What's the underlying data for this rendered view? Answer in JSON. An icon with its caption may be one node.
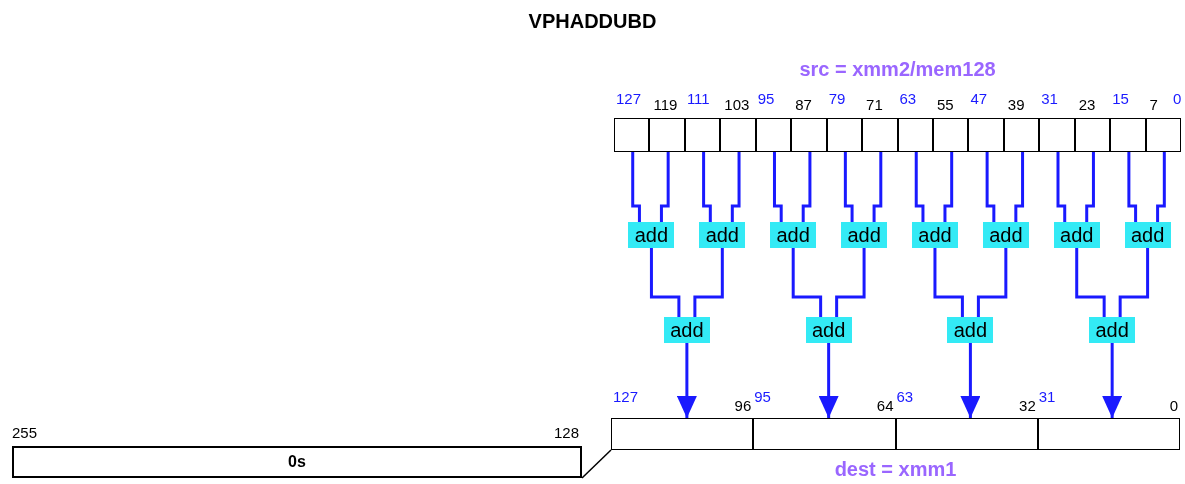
{
  "diagram": {
    "title": "VPHADDUBD",
    "nodes": [
      {
        "text": [
          "src = xmm2/mem128"
        ]
      },
      {
        "text": [],
        "shape": "box",
        "in": 0
      },
      {
        "text": [],
        "shape": "box",
        "in": 0
      },
      {
        "text": [],
        "shape": "box",
        "in": 0
      },
      {
        "text": [],
        "shape": "box",
        "in": 0
      },
      {
        "text": [],
        "shape": "box",
        "in": 0
      },
      {
        "text": [],
        "shape": "box",
        "in": 0
      },
      {
        "text": [],
        "shape": "box",
        "in": 0
      },
      {
        "text": [],
        "shape": "box",
        "in": 0
      },
      {
        "text": [],
        "shape": "box",
        "in": 0
      },
      {
        "text": [],
        "shape": "box",
        "in": 0
      },
      {
        "text": [],
        "shape": "box",
        "in": 0
      },
      {
        "text": [],
        "shape": "box",
        "in": 0
      },
      {
        "text": [],
        "shape": "box",
        "in": 0
      },
      {
        "text": [],
        "shape": "box",
        "in": 0
      },
      {
        "text": [],
        "shape": "box",
        "in": 0
      },
      {
        "text": [],
        "shape": "box",
        "in": 0
      },
      {
        "text": [
          "add"
        ]
      },
      {
        "text": [
          "add"
        ]
      },
      {
        "text": [
          "add"
        ]
      },
      {
        "text": [
          "add"
        ]
      },
      {
        "text": [
          "add"
        ]
      },
      {
        "text": [
          "add"
        ]
      },
      {
        "text": [
          "add"
        ]
      },
      {
        "text": [
          "add"
        ]
      },
      {
        "text": [
          "add"
        ]
      },
      {
        "text": [
          "add"
        ]
      },
      {
        "text": [
          "add"
        ]
      },
      {
        "text": [
          "add"
        ]
      },
      {
        "text": [
          "dest = xmm1"
        ]
      },
      {
        "text": [],
        "shape": "box",
        "in": 29
      },
      {
        "text": [],
        "shape": "box",
        "in": 29
      },
      {
        "text": [],
        "shape": "box",
        "in": 29
      },
      {
        "text": [],
        "shape": "box",
        "in": 29
      },
      {
        "text": [
          "0s"
        ]
      }
    ],
    "edges": [
      {
        "from": 1,
        "to": 17,
        "arrow": "none"
      },
      {
        "from": 2,
        "to": 17,
        "arrow": "none"
      },
      {
        "from": 3,
        "to": 18,
        "arrow": "none"
      },
      {
        "from": 4,
        "to": 18,
        "arrow": "none"
      },
      {
        "from": 5,
        "to": 19,
        "arrow": "none"
      },
      {
        "from": 6,
        "to": 19,
        "arrow": "none"
      },
      {
        "from": 7,
        "to": 20,
        "arrow": "none"
      },
      {
        "from": 8,
        "to": 20,
        "arrow": "none"
      },
      {
        "from": 9,
        "to": 21,
        "arrow": "none"
      },
      {
        "from": 10,
        "to": 21,
        "arrow": "none"
      },
      {
        "from": 11,
        "to": 22,
        "arrow": "none"
      },
      {
        "from": 12,
        "to": 22,
        "arrow": "none"
      },
      {
        "from": 13,
        "to": 23,
        "arrow": "none"
      },
      {
        "from": 14,
        "to": 23,
        "arrow": "none"
      },
      {
        "from": 15,
        "to": 24,
        "arrow": "none"
      },
      {
        "from": 16,
        "to": 24,
        "arrow": "none"
      },
      {
        "from": 17,
        "to": 25,
        "arrow": "none"
      },
      {
        "from": 18,
        "to": 25,
        "arrow": "none"
      },
      {
        "from": 19,
        "to": 26,
        "arrow": "none"
      },
      {
        "from": 20,
        "to": 26,
        "arrow": "none"
      },
      {
        "from": 21,
        "to": 27,
        "arrow": "none"
      },
      {
        "from": 22,
        "to": 27,
        "arrow": "none"
      },
      {
        "from": 23,
        "to": 28,
        "arrow": "none"
      },
      {
        "from": 24,
        "to": 28,
        "arrow": "none"
      },
      {
        "from": 25,
        "to": 30,
        "arrow": "to"
      },
      {
        "from": 26,
        "to": 31,
        "arrow": "to"
      },
      {
        "from": 27,
        "to": 32,
        "arrow": "to"
      },
      {
        "from": 28,
        "to": 33,
        "arrow": "to"
      },
      {
        "from": 34,
        "to": 29,
        "arrow": "none",
        "color": "#000000"
      }
    ],
    "labels": [
      "127",
      "119",
      "111",
      "103",
      "95",
      "87",
      "79",
      "71",
      "63",
      "55",
      "47",
      "39",
      "31",
      "23",
      "15",
      "7",
      "0",
      "127",
      "96",
      "95",
      "64",
      "63",
      "32",
      "31",
      "0",
      "255",
      "128"
    ]
  }
}
